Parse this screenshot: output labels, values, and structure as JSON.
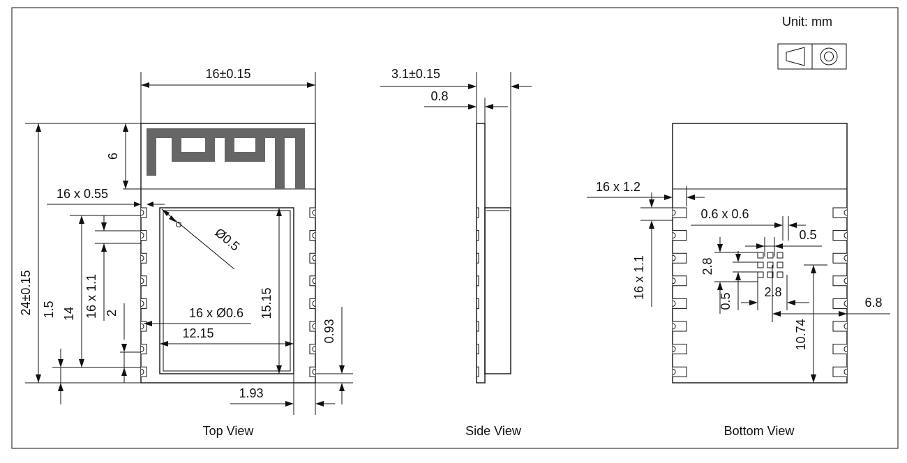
{
  "unit_label": "Unit: mm",
  "views": {
    "top": "Top View",
    "side": "Side View",
    "bottom": "Bottom View"
  },
  "dims": {
    "top_width": "16±0.15",
    "top_antenna_h": "6",
    "top_pad_w": "16 x 0.55",
    "top_height": "24±0.15",
    "top_1_5": "1.5",
    "top_14": "14",
    "top_pitch": "16 x 1.1",
    "top_2": "2",
    "top_hole": "Ø0.5",
    "top_shield_h": "15.15",
    "top_pad_dia": "16 x Ø0.6",
    "top_shield_w": "12.15",
    "top_0_93": "0.93",
    "top_1_93": "1.93",
    "side_thick": "3.1±0.15",
    "side_pcb": "0.8",
    "bot_pad_len": "16 x 1.2",
    "bot_pitch": "16 x 1.1",
    "bot_gnd_size": "0.6 x 0.6",
    "bot_0_5a": "0.5",
    "bot_2_8a": "2.8",
    "bot_0_5b": "0.5",
    "bot_2_8b": "2.8",
    "bot_6_8": "6.8",
    "bot_10_74": "10.74"
  },
  "colors": {
    "antenna": "#666666",
    "line": "#111111"
  }
}
